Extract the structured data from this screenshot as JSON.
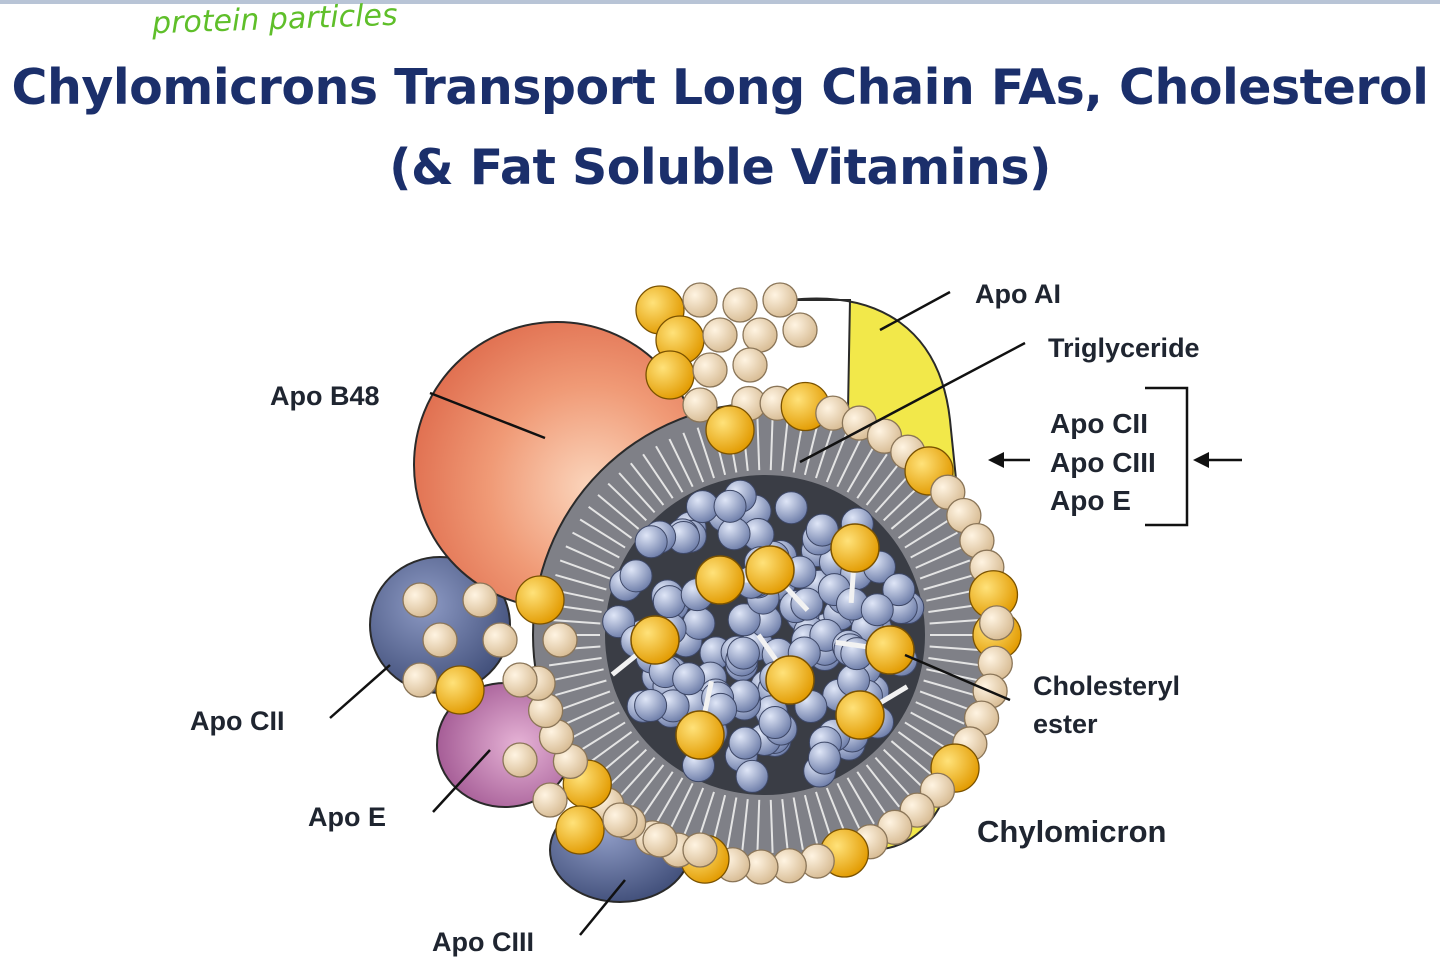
{
  "handwritten_note": "protein particles",
  "title": {
    "line1": "Chylomicrons Transport Long Chain FAs, Cholesterol",
    "line2": "(& Fat Soluble Vitamins)"
  },
  "labels": {
    "apo_b48": "Apo B48",
    "apo_ai": "Apo AI",
    "triglyceride": "Triglyceride",
    "apo_cii_right": "Apo CII",
    "apo_ciii_right": "Apo CIII",
    "apo_e_right": "Apo E",
    "cholesteryl_1": "Cholesteryl",
    "cholesteryl_2": "ester",
    "chylomicron": "Chylomicron",
    "apo_cii_left": "Apo CII",
    "apo_e_left": "Apo E",
    "apo_ciii_bottom": "Apo CIII"
  },
  "colors": {
    "title": "#1b2f6b",
    "handwritten": "#5fbf2a",
    "apo_b48": "#ee8f6c",
    "apo_ai": "#f2e84a",
    "apo_e": "#b06aa0",
    "apo_c": "#5f6f9a",
    "phospholipid_head": "#e8d3b3",
    "cholesterol_head": "#f2b41f",
    "core_sphere": "#8f9ec4",
    "membrane": "#8a8a8a"
  }
}
